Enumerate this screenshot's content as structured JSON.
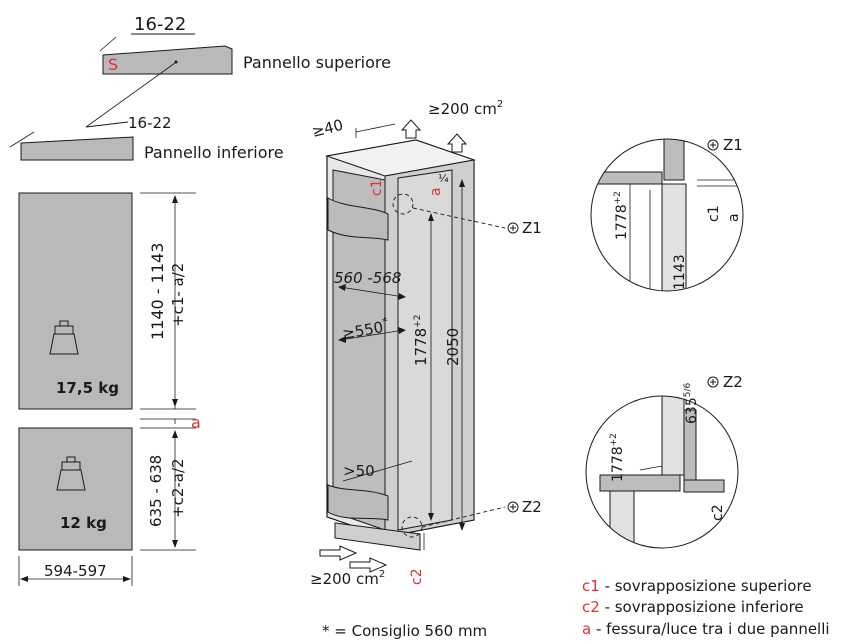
{
  "panels": {
    "top_dim": "16-22",
    "top_mark": "S",
    "top_label": "Pannello superiore",
    "bottom_dim": "16-22",
    "bottom_label": "Pannello inferiore"
  },
  "doors": {
    "upper_weight": "17,5 kg",
    "upper_height": "1140 - 1143",
    "upper_formula": "+c1- a/2",
    "gap_label": "a",
    "lower_weight": "12 kg",
    "lower_height": "635 - 638",
    "lower_formula": "+c2-a/2",
    "width": "594-597",
    "weight_icon": "weight-icon"
  },
  "unit": {
    "depth_top": "≥40",
    "vent_top": "≥200 cm",
    "vent_top_sup": "2",
    "width_range": "560 -568",
    "min_width": "≥550",
    "min_width_star": "*",
    "height_1778": "1778",
    "height_1778_sup": "+2",
    "height_2050": "2050",
    "c1": "c1",
    "a": "a",
    "rail_dim": ">50",
    "vent_bottom": "≥200 cm",
    "vent_bottom_sup": "2",
    "c2": "c2",
    "z1": "Z1",
    "z2": "Z2"
  },
  "detail_z1": {
    "label": "Z1",
    "height": "1778",
    "height_sup": "+2",
    "lower": "1143",
    "c1": "c1",
    "a": "a"
  },
  "detail_z2": {
    "label": "Z2",
    "height": "1778",
    "height_sup": "+2",
    "value": "635",
    "value_sup": "5/6",
    "c2": "c2"
  },
  "footnote": {
    "star": "* = ",
    "text": "Consiglio 560 mm"
  },
  "legend": [
    {
      "key": "c1",
      "text": " - sovrapposizione superiore"
    },
    {
      "key": "c2",
      "text": " - sovrapposizione inferiore"
    },
    {
      "key": "a",
      "text": " -   fessura/luce tra i due pannelli"
    }
  ],
  "accent_color": "#e0303a"
}
